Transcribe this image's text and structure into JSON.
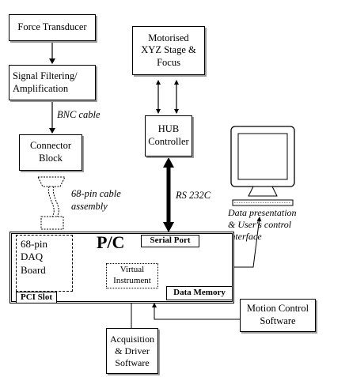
{
  "diagram": {
    "force_transducer": "Force Transducer",
    "signal_filtering": "Signal Filtering/\nAmplification",
    "bnc_cable": "BNC cable",
    "connector_block": "Connector\nBlock",
    "pin_cable": "68-pin cable\nassembly",
    "motorised_stage": "Motorised\nXYZ Stage &\nFocus",
    "hub_controller": "HUB\nController",
    "rs232c": "RS 232C",
    "data_presentation": "Data presentation\n& User's control\ninterface",
    "pc_label": "P/C",
    "daq_board": "68-pin\nDAQ\nBoard",
    "pci_slot": "PCI Slot",
    "serial_port": "Serial Port",
    "virtual_instrument": "Virtual\nInstrument",
    "data_memory": "Data Memory",
    "motion_control": "Motion Control\nSoftware",
    "acquisition_driver": "Acquisition\n& Driver\nSoftware"
  }
}
